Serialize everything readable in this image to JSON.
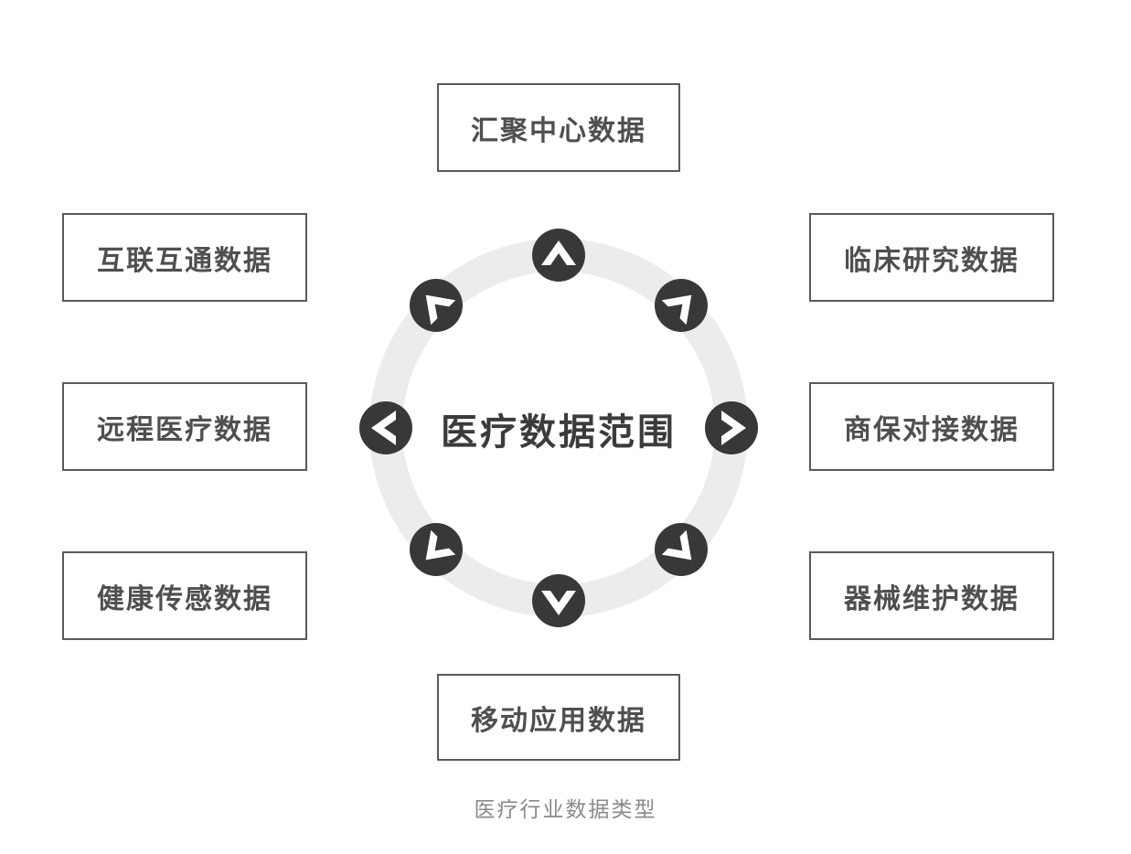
{
  "diagram": {
    "center_label": "医疗数据范围",
    "caption": "医疗行业数据类型",
    "nodes": [
      {
        "id": "top",
        "direction": "north",
        "label": "汇聚中心数据"
      },
      {
        "id": "top-right",
        "direction": "north-east",
        "label": "临床研究数据"
      },
      {
        "id": "right",
        "direction": "east",
        "label": "商保对接数据"
      },
      {
        "id": "bottom-right",
        "direction": "south-east",
        "label": "器械维护数据"
      },
      {
        "id": "bottom",
        "direction": "south",
        "label": "移动应用数据"
      },
      {
        "id": "bottom-left",
        "direction": "south-west",
        "label": "健康传感数据"
      },
      {
        "id": "left",
        "direction": "west",
        "label": "远程医疗数据"
      },
      {
        "id": "top-left",
        "direction": "north-west",
        "label": "互联互通数据"
      }
    ],
    "colors": {
      "ring": "#ececec",
      "arrow_circle": "#383838",
      "arrow_glyph": "#ffffff",
      "box_border": "#5a5a5a",
      "box_text": "#4f4f4f",
      "center_text": "#3b3b3b",
      "caption_text": "#8a8a8a",
      "background": "#ffffff"
    }
  }
}
